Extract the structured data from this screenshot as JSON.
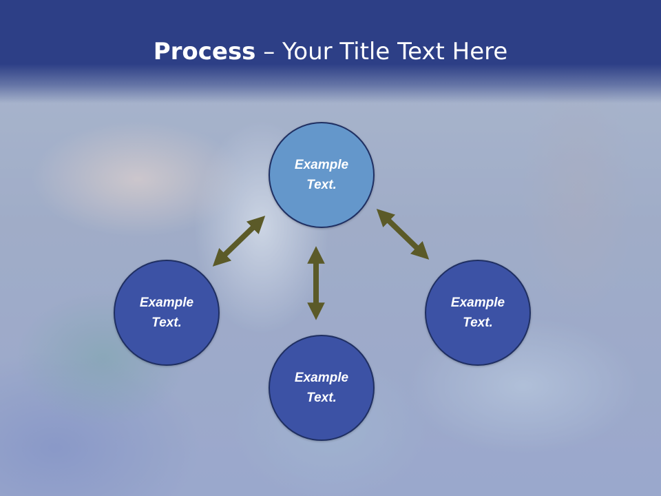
{
  "slide": {
    "title_bold": "Process",
    "title_rest": " – Your Title Text Here"
  },
  "nodes": {
    "top": "Example Text.",
    "left": "Example Text.",
    "right": "Example Text.",
    "bottom": "Example Text."
  },
  "colors": {
    "header": "#2d3f86",
    "node_highlight": "#6497cb",
    "node_default": "#3c52a5",
    "arrow": "#5b5a28"
  }
}
